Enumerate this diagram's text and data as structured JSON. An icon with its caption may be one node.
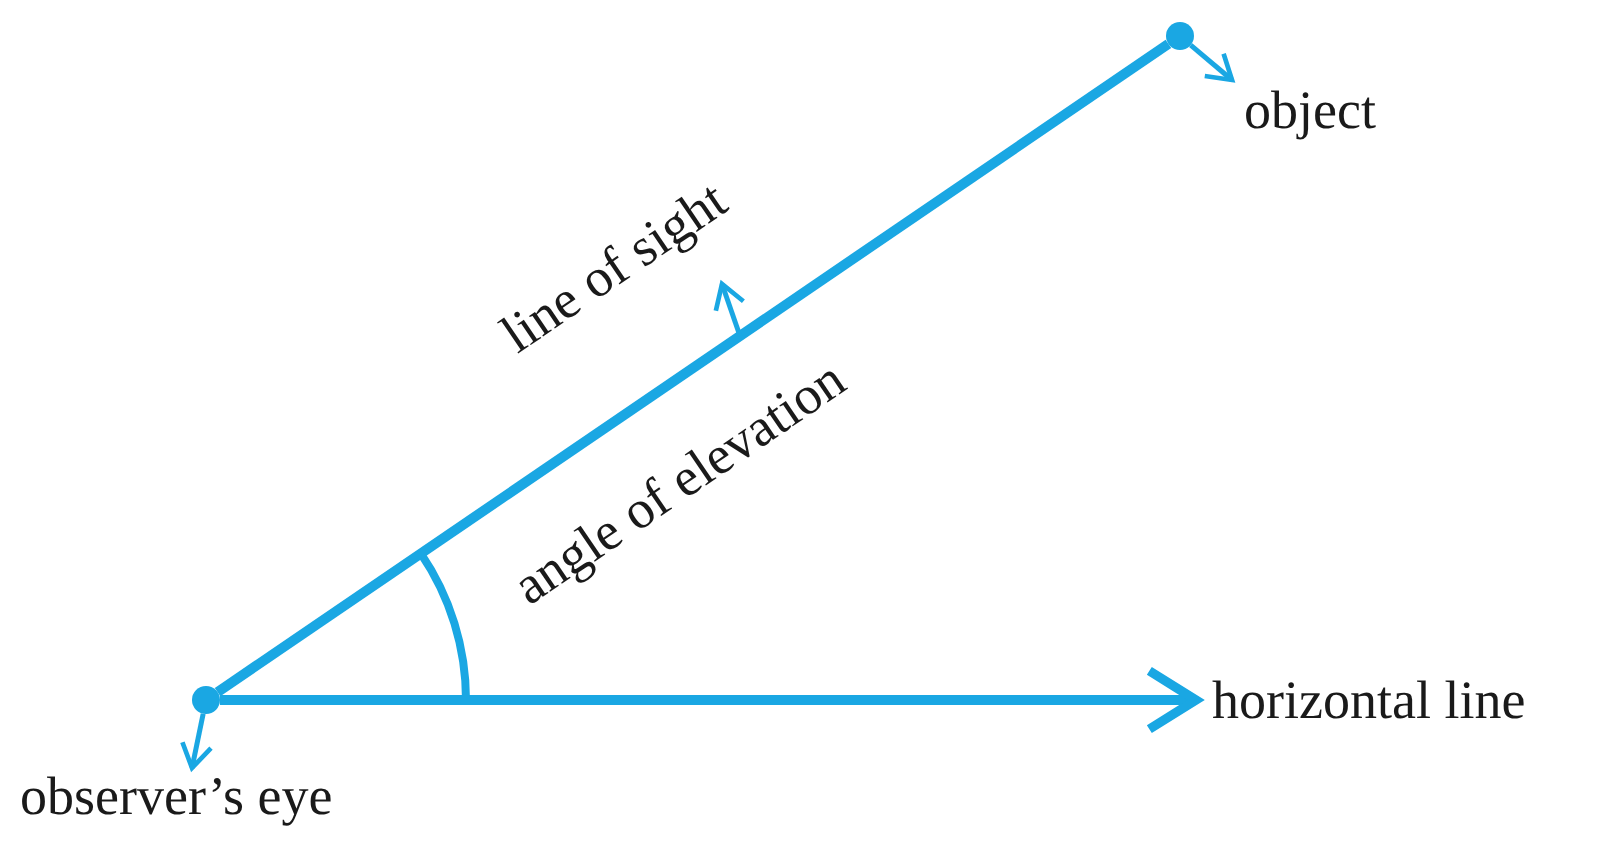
{
  "diagram": {
    "nodes": [
      {
        "text": [
          "observer’s eye"
        ]
      },
      {
        "text": [],
        "shape": "circle"
      },
      {
        "text": [
          "object"
        ]
      },
      {
        "text": [],
        "shape": "circle"
      },
      {
        "text": [
          "line of sight"
        ]
      },
      {
        "text": [
          "horizontal line"
        ]
      }
    ],
    "edges": [
      {
        "from": 1,
        "to": 3,
        "arrow": "none",
        "style": "thick"
      },
      {
        "from": 1,
        "to": 5,
        "arrow": "to",
        "style": "thick"
      },
      {
        "from": 1,
        "to": 0,
        "arrow": "to"
      },
      {
        "from": 3,
        "to": 2,
        "arrow": "to"
      },
      {
        "from": null,
        "to": 4,
        "arrow": "to"
      }
    ],
    "labels": [
      "angle of elevation"
    ]
  }
}
